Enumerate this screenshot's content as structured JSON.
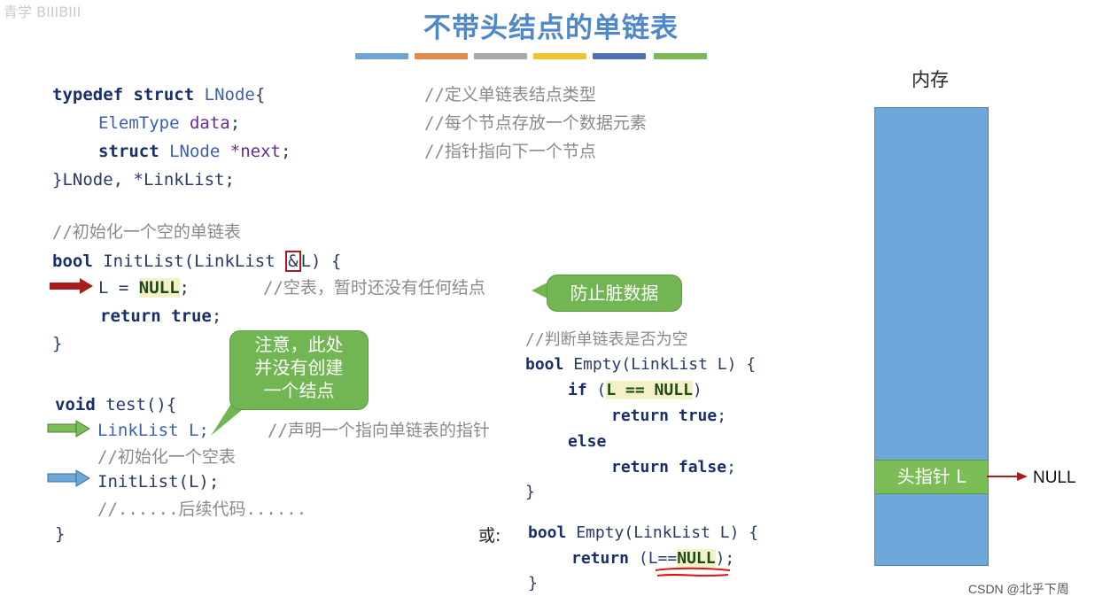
{
  "title": "不带头结点的单链表",
  "title_bar_colors": [
    "#6fa3d2",
    "#e08a4e",
    "#a8a8a8",
    "#f0c330",
    "#4f72b5",
    "#79b956"
  ],
  "typedef": {
    "line1": {
      "kw1": "typedef",
      "kw2": "struct",
      "type": "LNode",
      "brace": "{"
    },
    "line2": {
      "type": "ElemType",
      "name": "data",
      "semi": ";"
    },
    "line3": {
      "kw": "struct",
      "type": "LNode",
      "name": "*next",
      "semi": ";"
    },
    "line4": "}LNode, *LinkList;",
    "comment1": "//定义单链表结点类型",
    "comment2": "//每个节点存放一个数据元素",
    "comment3": "//指针指向下一个节点"
  },
  "init": {
    "comment": "//初始化一个空的单链表",
    "sig_kw": "bool",
    "sig_a": " InitList(LinkList ",
    "sig_amp": "&",
    "sig_b": "L) {",
    "line2_a": "L = ",
    "line2_null": "NULL",
    "line2_b": ";",
    "line2_comment": "//空表，暂时还没有任何结点",
    "line3_kw1": "return",
    "line3_kw2": "true",
    "line3_semi": ";",
    "close": "}"
  },
  "callouts": {
    "dirty": "防止脏数据",
    "note_l1": "注意，此处",
    "note_l2": "并没有创建",
    "note_l3": "一个结点"
  },
  "test": {
    "sig_kw": "void",
    "sig_rest": " test(){",
    "line1": "LinkList L;",
    "line1_comment": "//声明一个指向单链表的指针",
    "line2_comment": "//初始化一个空表",
    "line3": "InitList(L);",
    "line4": "//......后续代码......",
    "close": "}"
  },
  "empty1": {
    "comment": "//判断单链表是否为空",
    "sig_kw": "bool",
    "sig_rest": " Empty(LinkList L) {",
    "if_kw": "if",
    "if_a": " (",
    "if_hl": "L == NULL",
    "if_b": ")",
    "ret1_kw": "return",
    "ret1_val": "true",
    "ret1_semi": ";",
    "else_kw": "else",
    "ret2_kw": "return",
    "ret2_val": "false",
    "ret2_semi": ";",
    "close": "}"
  },
  "or_label": "或:",
  "empty2": {
    "sig_kw": "bool",
    "sig_rest": " Empty(LinkList L) {",
    "ret_kw": "return",
    "ret_a": " (",
    "ret_l": "L==",
    "ret_null": "NULL",
    "ret_b": ");",
    "close": "}"
  },
  "memory": {
    "label": "内存",
    "head_pointer": "头指针 L",
    "null_label": "NULL"
  },
  "watermark": "CSDN @北乎下周",
  "top_left_text": "青学 BIIIBIII"
}
